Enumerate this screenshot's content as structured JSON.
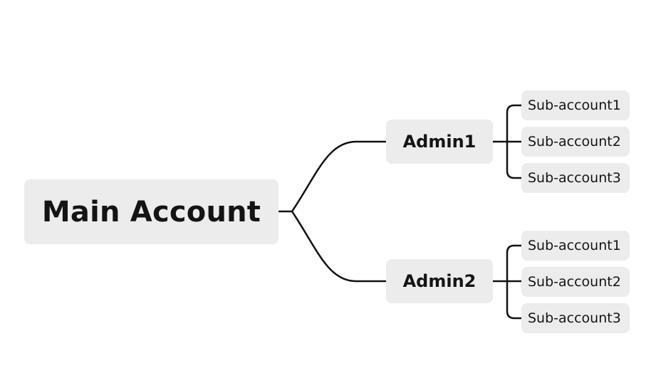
{
  "diagram": {
    "root": {
      "label": "Main Account"
    },
    "admins": [
      {
        "label": "Admin1",
        "subaccounts": [
          "Sub-account1",
          "Sub-account2",
          "Sub-account3"
        ]
      },
      {
        "label": "Admin2",
        "subaccounts": [
          "Sub-account1",
          "Sub-account2",
          "Sub-account3"
        ]
      }
    ]
  },
  "colors": {
    "node_fill": "#ececec",
    "connector": "#111111",
    "text": "#141414",
    "background": "#ffffff"
  }
}
